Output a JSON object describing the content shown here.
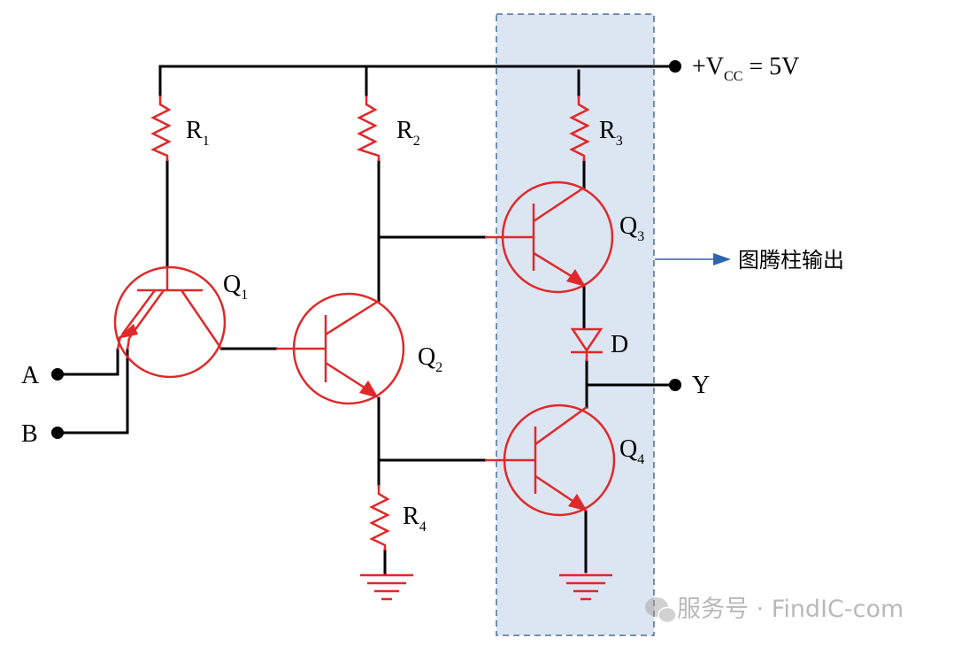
{
  "supply": {
    "plus": "+V",
    "sub": "CC",
    "rest": " = 5V"
  },
  "resistors": [
    {
      "name": "R",
      "sub": "1"
    },
    {
      "name": "R",
      "sub": "2"
    },
    {
      "name": "R",
      "sub": "3"
    },
    {
      "name": "R",
      "sub": "4"
    }
  ],
  "transistors": [
    {
      "name": "Q",
      "sub": "1"
    },
    {
      "name": "Q",
      "sub": "2"
    },
    {
      "name": "Q",
      "sub": "3"
    },
    {
      "name": "Q",
      "sub": "4"
    }
  ],
  "diode": "D",
  "inputs": {
    "a": "A",
    "b": "B"
  },
  "output": "Y",
  "annotation": "图腾柱输出",
  "watermark": "服务号 · FindIC-com",
  "colors": {
    "component": "#e0282a",
    "highlight": "#dce5f2",
    "arrow": "#2e64ad"
  }
}
